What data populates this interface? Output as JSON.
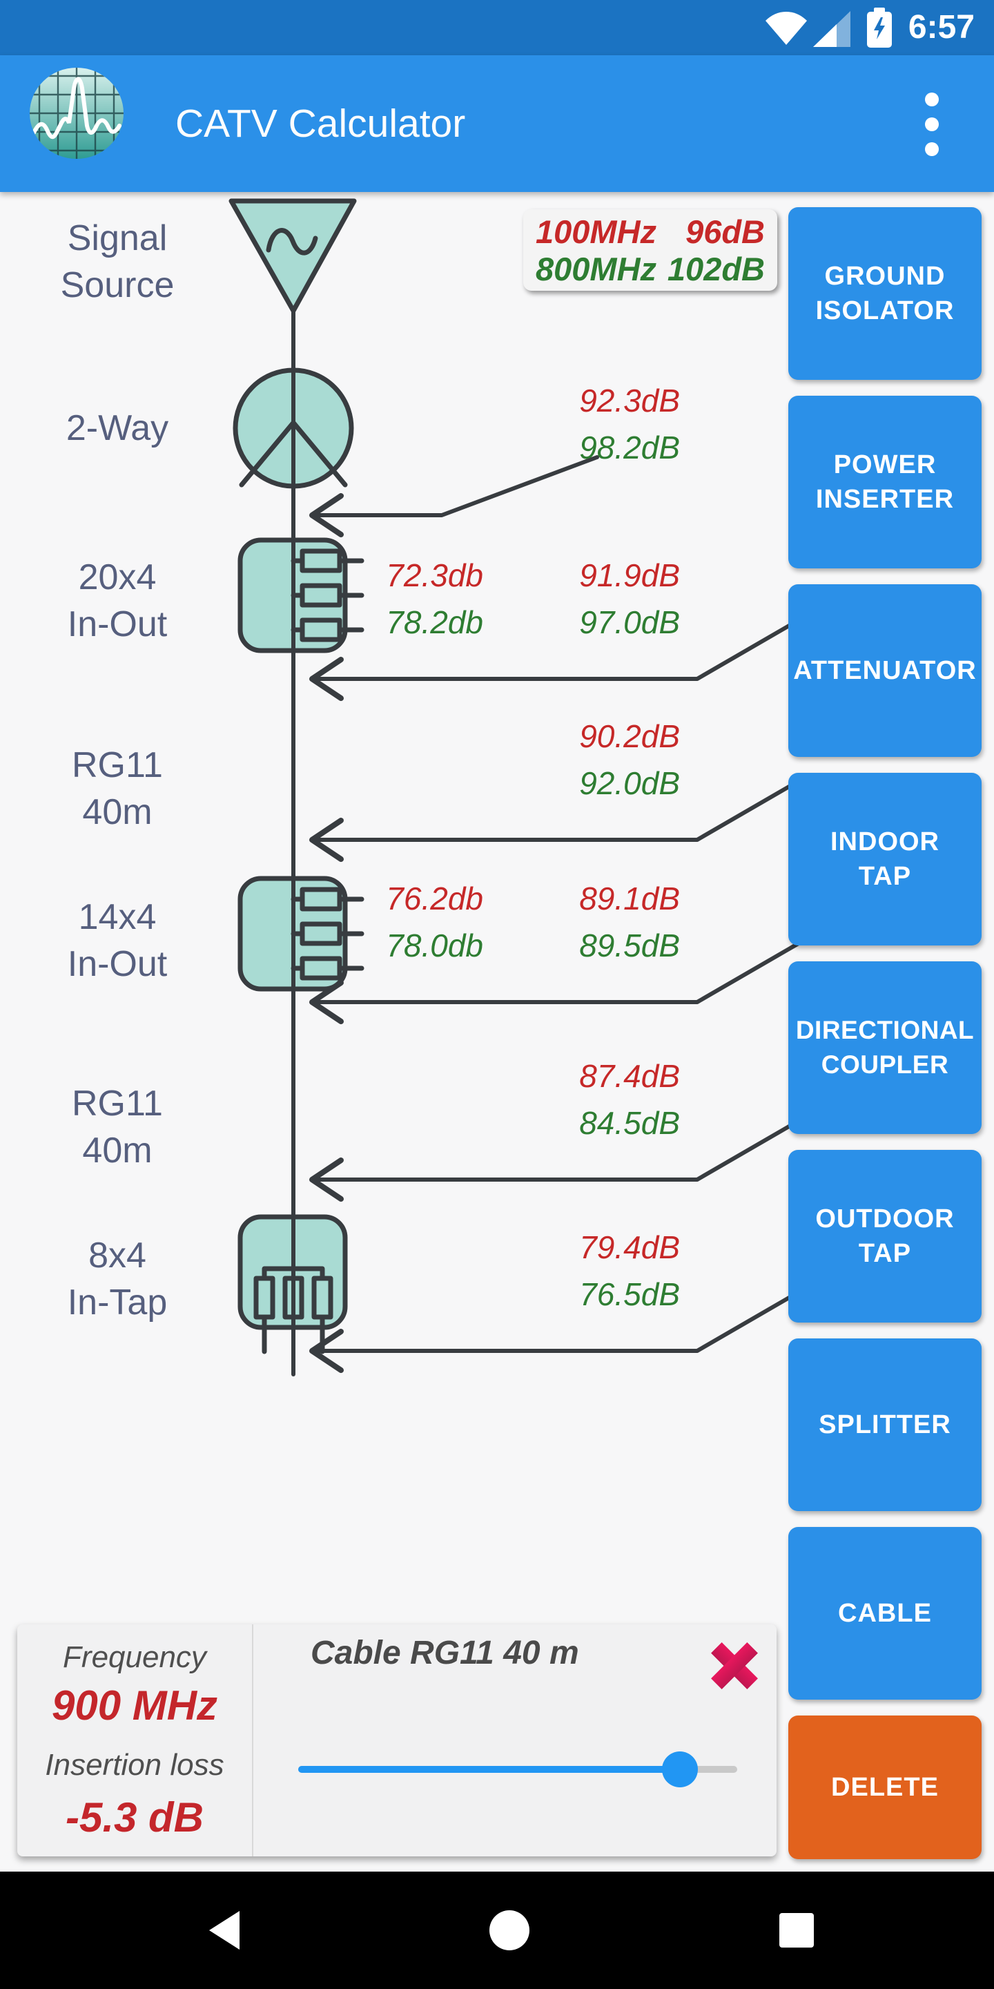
{
  "status_bar": {
    "time": "6:57"
  },
  "app_bar": {
    "title": "CATV Calculator"
  },
  "info_box": {
    "rows": [
      {
        "freq": "100MHz",
        "level": "96dB"
      },
      {
        "freq": "800MHz",
        "level": "102dB"
      }
    ]
  },
  "diagram": {
    "labels": {
      "source": "Signal\nSource",
      "splitter": "2-Way",
      "tap1": "20x4\nIn-Out",
      "cable1": "RG11 40m",
      "tap2": "14x4\nIn-Out",
      "cable2": "RG11 40m",
      "tap3": "8x4\nIn-Tap"
    },
    "levels": {
      "after_splitter": {
        "f100": "92.3dB",
        "f800": "98.2dB"
      },
      "tap1_out": {
        "f100": "72.3db",
        "f800": "78.2db"
      },
      "after_tap1": {
        "f100": "91.9dB",
        "f800": "97.0dB"
      },
      "after_cable1": {
        "f100": "90.2dB",
        "f800": "92.0dB"
      },
      "tap2_out": {
        "f100": "76.2db",
        "f800": "78.0db"
      },
      "after_tap2": {
        "f100": "89.1dB",
        "f800": "89.5dB"
      },
      "after_cable2": {
        "f100": "87.4dB",
        "f800": "84.5dB"
      },
      "after_tap3": {
        "f100": "79.4dB",
        "f800": "76.5dB"
      }
    }
  },
  "sidebar": {
    "buttons": [
      {
        "label": "GROUND\nISOLATOR"
      },
      {
        "label": "POWER\nINSERTER"
      },
      {
        "label": "ATTENUATOR"
      },
      {
        "label": "INDOOR\nTAP"
      },
      {
        "label": "DIRECTIONAL\nCOUPLER"
      },
      {
        "label": "OUTDOOR\nTAP"
      },
      {
        "label": "SPLITTER"
      },
      {
        "label": "CABLE"
      },
      {
        "label": "DELETE"
      }
    ]
  },
  "editor_panel": {
    "frequency_label": "Frequency",
    "frequency_value": "900 MHz",
    "insertion_loss_label": "Insertion loss",
    "insertion_loss_value": "-5.3 dB",
    "title": "Cable RG11 40 m",
    "slider_percent": 87
  },
  "nav_bar": {
    "icons": [
      "back",
      "home",
      "recents"
    ]
  },
  "palette": {
    "status_blue": "#1B73C2",
    "app_blue": "#2B90E8",
    "red": "#C62828",
    "green": "#2E7D32",
    "teal_fill": "#A9DBD3",
    "stroke_dark": "#383C40",
    "orange": "#E2621D",
    "crimson": "#D6195C",
    "label_slate": "#565F7E",
    "slider_blue": "#2196F3"
  }
}
